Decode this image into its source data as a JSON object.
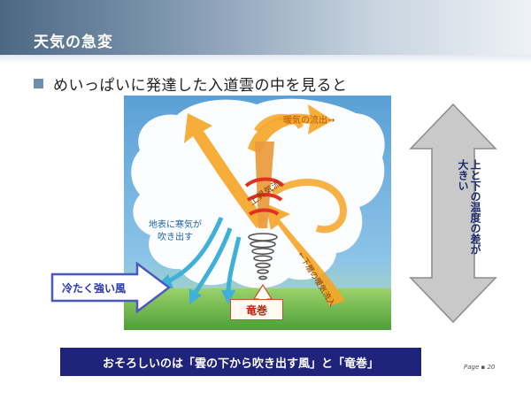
{
  "slide": {
    "title": "天気の急変",
    "bullet": "めいっぱいに発達した入道雲の中を見ると",
    "page": "Page ▪ 20"
  },
  "diagram": {
    "labels": {
      "top_outflow": "暖気の流出→",
      "updraft": "上昇気流",
      "cold_air_line1": "地表に寒気が",
      "cold_air_line2": "吹き出す",
      "downdraft": "←下層の暖気流入",
      "left_box": "冷たく強い風",
      "tornado": "竜巻",
      "vertical_right": "上と下の温度の差が大きい"
    },
    "colors": {
      "sky": "#5ea3d6",
      "cloud": "#ffffff",
      "warm_arrow": "#f5a425",
      "cold_arrow": "#3fb0d8",
      "tornado_red": "#e03020",
      "gray_arrow": "#c7c7c7",
      "banner": "#1f2379"
    }
  },
  "banner": {
    "text": "おそろしいのは「雲の下から吹き出す風」と「竜巻」"
  }
}
